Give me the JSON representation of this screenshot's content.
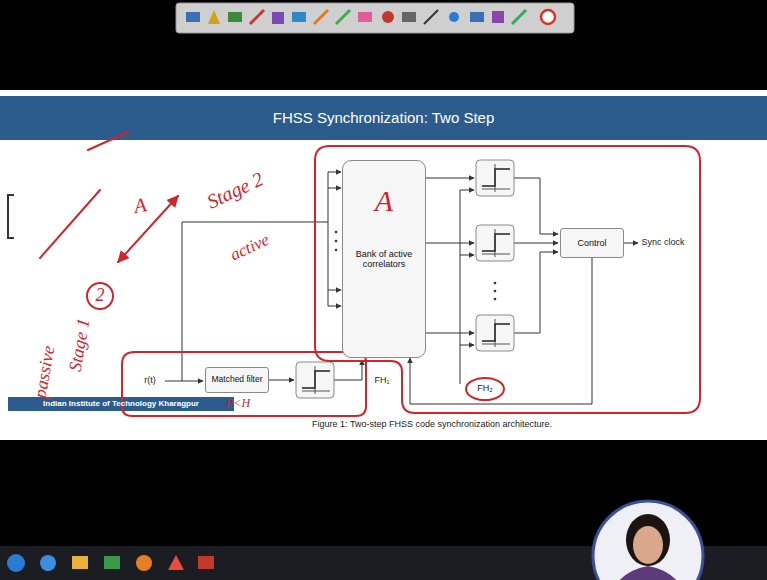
{
  "diagram": {
    "title": "FHSS Synchronization: Two Step",
    "caption": "Figure 1: Two-step FHSS code synchronization architecture.",
    "nodes": [
      {
        "text": [
          "Matched filter"
        ]
      },
      {
        "text": [
          "Bank of active correlators"
        ]
      },
      {
        "text": [
          "Control"
        ]
      }
    ],
    "edges": [
      {
        "from": 2,
        "to": 1,
        "arrow": "to"
      }
    ],
    "labels": [
      "r(t)",
      "FH₁",
      "FH₂",
      "Sync clock",
      "Indian Institute of Technology Kharagpur",
      "A",
      "Stage 2",
      "active",
      "A",
      "2",
      "passive",
      "Stage 1",
      "P<H"
    ]
  }
}
